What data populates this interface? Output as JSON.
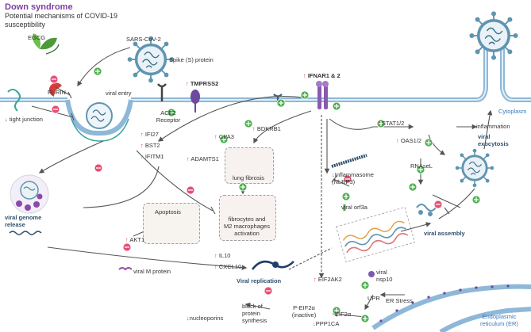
{
  "header": {
    "title": "Down syndrome",
    "subtitle": "Potential mechanisms of COVID-19 susceptibility"
  },
  "labels": {
    "egcg": "EGCG",
    "sars": "SARS-CoV-2",
    "spike": "Spike (S) protein",
    "furin": "FURIN",
    "tight_junction": "tight junction",
    "viral_entry": "viral entry",
    "tmprss2": "TMPRSS2",
    "ace2": "ACE2\nReceptor",
    "ifnar": "IFNAR1 & 2",
    "cytoplasm": "Cytoplasm",
    "ifi27": "IFI27",
    "bst2": "BST2",
    "ifitm1": "IFITM1",
    "bdkrb1": "BDKRB1",
    "cpa3": "CPA3",
    "adamts1": "ADAMTS1",
    "lung_fibrosis": "lung fibrosis",
    "fibrocytes": "fibrocytes and\nM2 macrophages\nactivation",
    "il10": "IL10",
    "cxcl10": "CXCL10",
    "stat": "STAT1/2",
    "inflammation": "inflammation",
    "oas": "OAS1/2",
    "rnasel": "RNAseL",
    "inflammasome": "Inflammasome\n(NLRP3)",
    "orf3a": "viral orf3a",
    "viral_exocytosis": "viral\nexocytosis",
    "viral_assembly": "viral assembly",
    "viral_genome": "viral genome\nrelease",
    "akt1": "AKT1",
    "apoptosis": "Apoptosis",
    "m_protein": "viral M protein",
    "viral_replication": "Viral replication",
    "eif2ak2": "EIF2AK2",
    "viral_nsp10": "viral\nnsp10",
    "upr": "UPR",
    "er_stress": "ER Stress",
    "eif2a": "EIF2α",
    "peif2a": "P-EIF2α\n(inactive)",
    "block": "block of\nprotein\nsynthesis",
    "nucleoporins": "nucleoporins",
    "ppp1ca": "PPP1CA",
    "er": "Endoplasmic\nreticulum (ER)"
  },
  "colors": {
    "up_arrow": "#e0453a",
    "down_arrow": "#2f6fb8",
    "activate": "#4caf50",
    "inhibit": "#e94e77",
    "membrane": "#8fb8d8",
    "virus": "#5f95b0",
    "title": "#7e3fa0"
  }
}
